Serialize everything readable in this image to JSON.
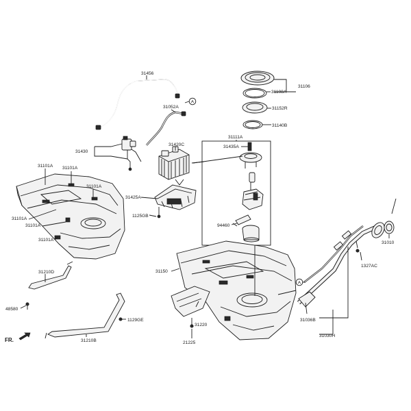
{
  "diagram": {
    "labels": {
      "p31456": "31456",
      "p31052A": "31052A",
      "p31420C": "31420C",
      "p31430": "31430",
      "p31425A": "31425A",
      "p1125GB": "1125GB",
      "p31106": "31106",
      "p31108A": "31108A",
      "p31152R": "31152R",
      "p31140B": "31140B",
      "p31111A": "31111A",
      "p31435A": "31435A",
      "p94460": "94460",
      "p31101A_1": "31101A",
      "p31101A_2": "31101A",
      "p31101A_3": "31101A",
      "p31101A_4": "31101A",
      "p31101A_5": "31101A",
      "p31101A_6": "31101A",
      "p31210D": "31210D",
      "p48580": "48580",
      "p31210B": "31210B",
      "p1129GE": "1129GE",
      "p31150": "31150",
      "p31220": "31220",
      "p21225": "21225",
      "p31010": "31010",
      "p1327AC": "1327AC",
      "p31036B": "31036B",
      "p31030H": "31030H"
    },
    "callout_a_top": "A",
    "callout_a_bottom": "A",
    "front_marker": "FR."
  }
}
